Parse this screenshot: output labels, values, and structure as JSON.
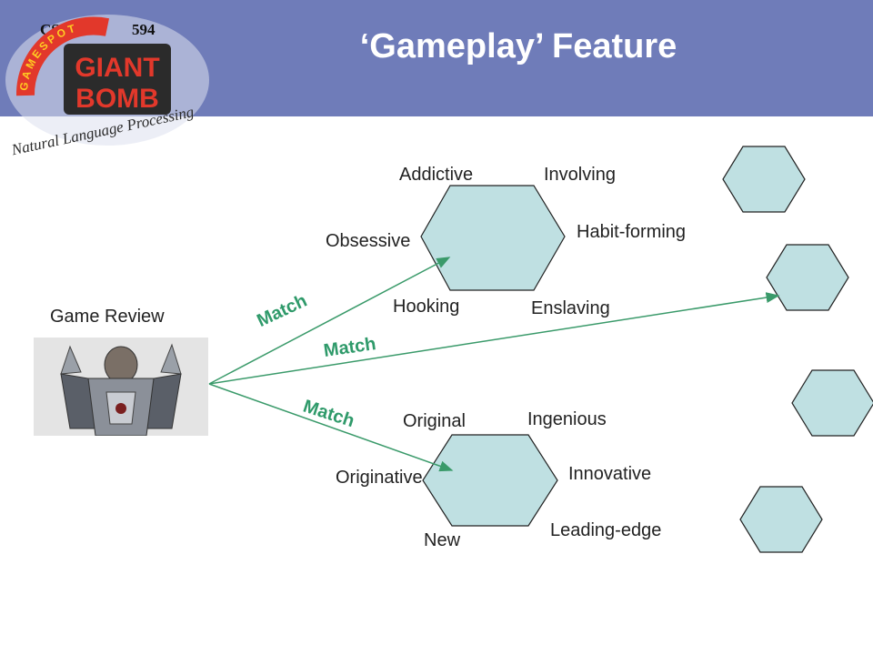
{
  "title": "‘Gameplay’ Feature",
  "logo": {
    "left_text": "CSC",
    "right_text": "594",
    "ring_text": "GAMESPOT",
    "brand_top": "GIANT",
    "brand_bottom": "BOMB",
    "subtitle": "Natural Language Processing"
  },
  "review_label": "Game Review",
  "match_labels": [
    "Match",
    "Match",
    "Match"
  ],
  "addictive_cluster": [
    "Addictive",
    "Involving",
    "Obsessive",
    "Habit-forming",
    "Hooking",
    "Enslaving"
  ],
  "original_cluster": [
    "Original",
    "Ingenious",
    "Originative",
    "Innovative",
    "New",
    "Leading-edge"
  ],
  "colors": {
    "header": "#6f7cb9",
    "hexagon_fill": "#bfe0e2",
    "arrow": "#3a9a6a",
    "match_text": "#2f9a6a"
  }
}
